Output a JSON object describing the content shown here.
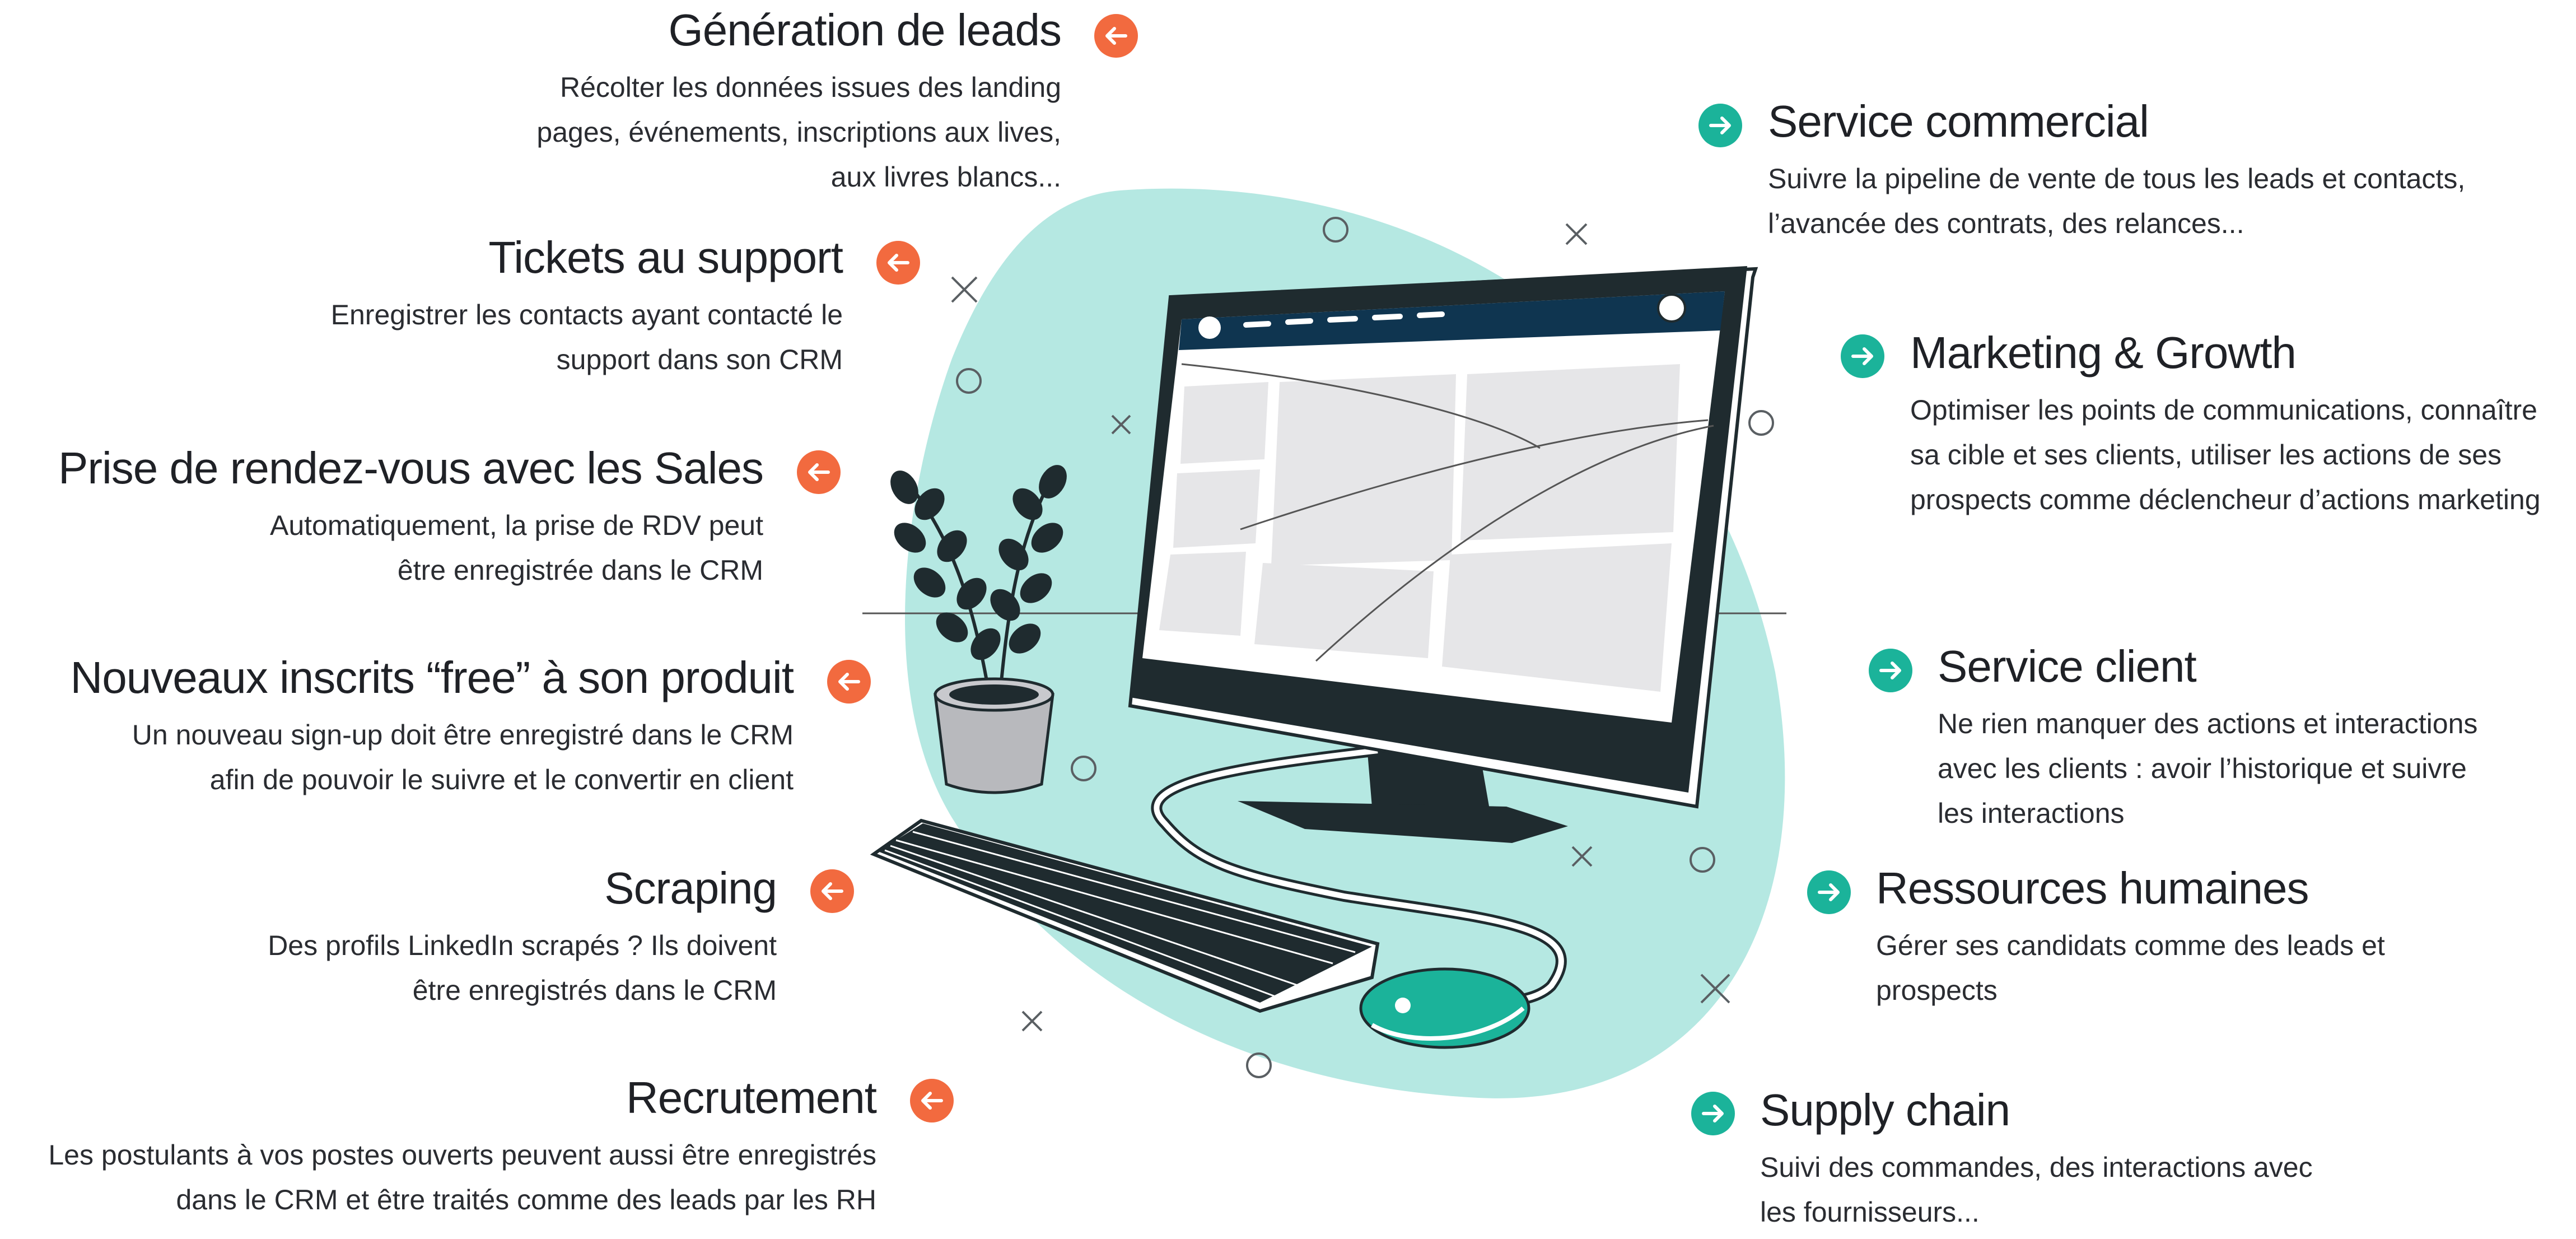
{
  "colors": {
    "left_arrow": "#f26a3f",
    "right_arrow": "#1bb39a",
    "blob": "#b5e8e2",
    "screen_header": "#0f3550",
    "monitor_frame": "#1f2b2f",
    "mouse": "#1bb39a"
  },
  "left_items": [
    {
      "title": "Génération de leads",
      "lines": [
        "Récolter les données issues des landing",
        "pages, événements, inscriptions aux lives,",
        "aux livres blancs..."
      ],
      "icon": "arrow-left-icon"
    },
    {
      "title": "Tickets au support",
      "lines": [
        "Enregistrer les contacts ayant contacté le",
        "support dans son CRM"
      ],
      "icon": "arrow-left-icon"
    },
    {
      "title": "Prise de rendez-vous avec les Sales",
      "lines": [
        "Automatiquement, la prise de RDV peut",
        "être enregistrée dans le CRM"
      ],
      "icon": "arrow-left-icon"
    },
    {
      "title": "Nouveaux inscrits “free” à son produit",
      "lines": [
        "Un nouveau sign-up doit être enregistré dans le CRM",
        "afin de pouvoir le suivre et le convertir en client"
      ],
      "icon": "arrow-left-icon"
    },
    {
      "title": "Scraping",
      "lines": [
        "Des profils LinkedIn scrapés ? Ils doivent",
        "être enregistrés dans le CRM"
      ],
      "icon": "arrow-left-icon"
    },
    {
      "title": "Recrutement",
      "lines": [
        "Les postulants à vos postes ouverts peuvent aussi être enregistrés",
        "dans le CRM et être traités comme des leads par les RH"
      ],
      "icon": "arrow-left-icon"
    }
  ],
  "right_items": [
    {
      "title": "Service commercial",
      "lines": [
        "Suivre la pipeline de vente de tous les leads et contacts,",
        "l’avancée des contrats, des relances..."
      ],
      "icon": "arrow-right-icon"
    },
    {
      "title": "Marketing & Growth",
      "lines": [
        "Optimiser les points de communications, connaître",
        "sa cible et ses clients, utiliser les actions de ses",
        "prospects comme déclencheur d’actions marketing"
      ],
      "icon": "arrow-right-icon"
    },
    {
      "title": "Service client",
      "lines": [
        "Ne rien manquer des actions et interactions",
        "avec les clients : avoir l’historique et suivre",
        "les interactions"
      ],
      "icon": "arrow-right-icon"
    },
    {
      "title": "Ressources humaines",
      "lines": [
        "Gérer ses candidats comme des leads et",
        "prospects"
      ],
      "icon": "arrow-right-icon"
    },
    {
      "title": "Supply chain",
      "lines": [
        "Suivi des commandes, des interactions avec",
        "les fournisseurs..."
      ],
      "icon": "arrow-right-icon"
    }
  ]
}
